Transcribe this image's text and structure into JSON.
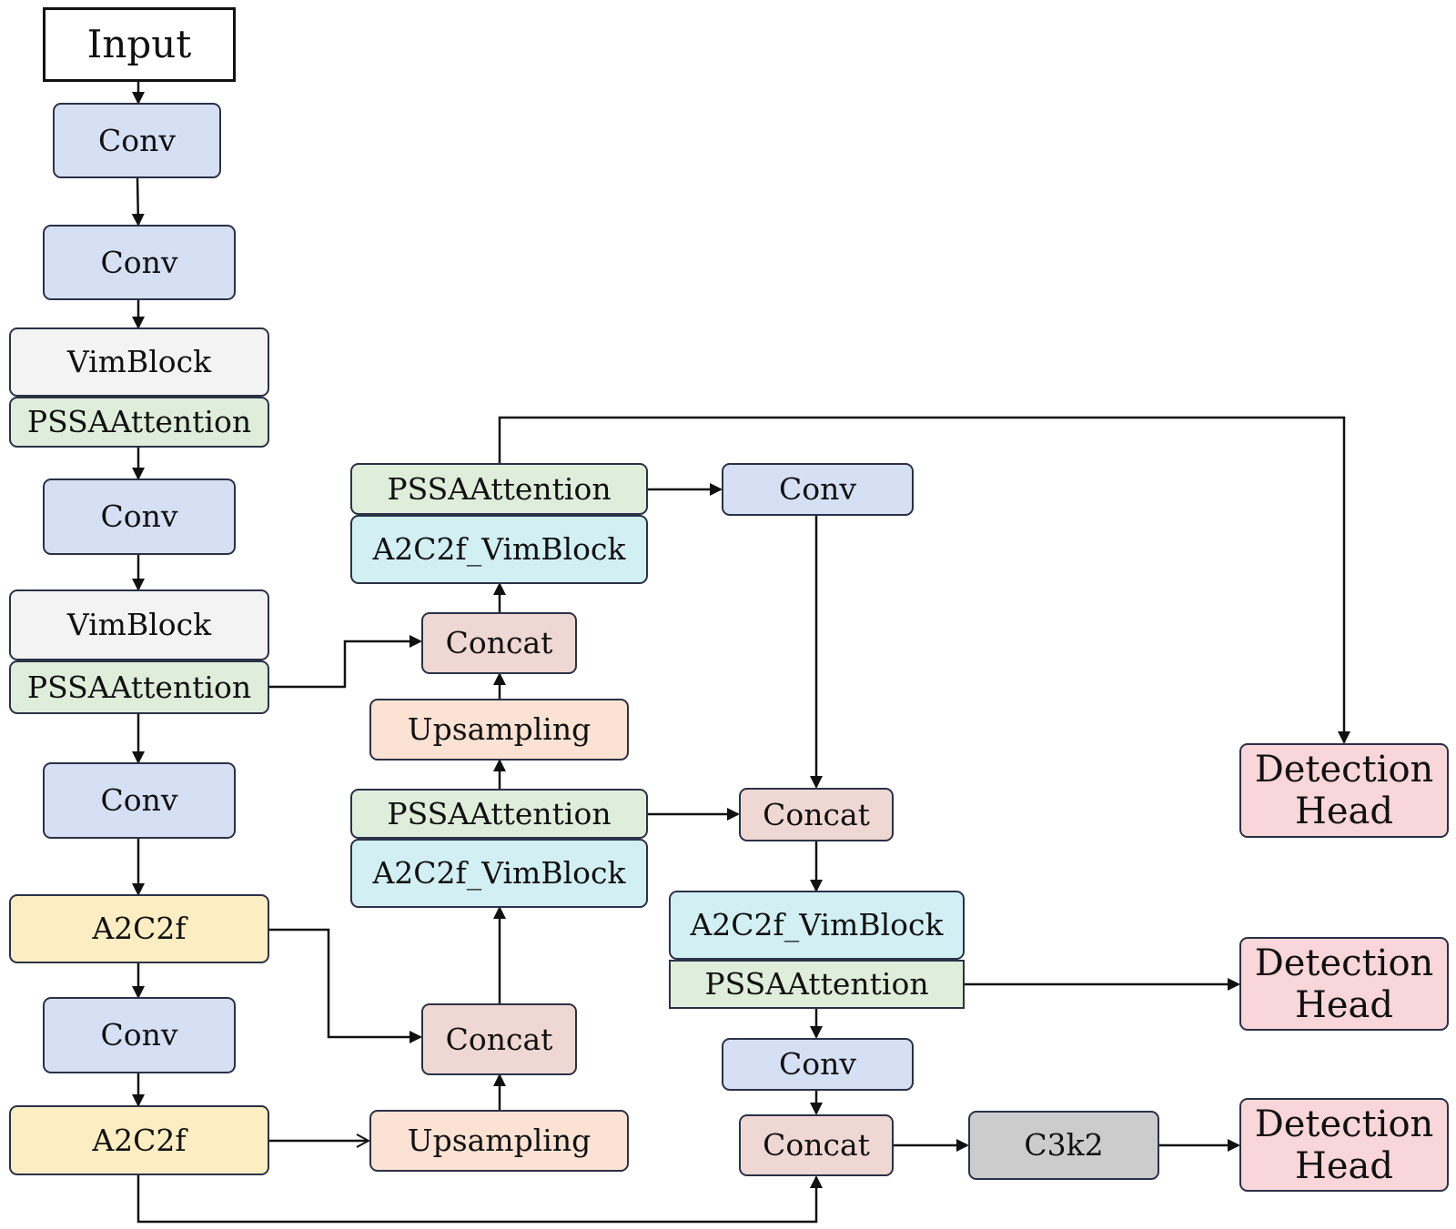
{
  "colors": {
    "conv": "#d6e0f5",
    "vim_block": "#f3f3f3",
    "pssa_attention": "#dfeedb",
    "a2c2f": "#fcedc2",
    "a2c2f_vimblock": "#d2f0f4",
    "concat": "#efd8d3",
    "upsampling": "#fce2d2",
    "c3k2": "#cccccc",
    "detection_head": "#f9d6d9",
    "line": "#111111"
  },
  "nodes": {
    "input": "Input",
    "conv_1": "Conv",
    "conv_2": "Conv",
    "vimblock_1": "VimBlock",
    "pssa_1": "PSSAAttention",
    "conv_3": "Conv",
    "vimblock_2": "VimBlock",
    "pssa_2": "PSSAAttention",
    "conv_4": "Conv",
    "a2c2f_1": "A2C2f",
    "conv_5": "Conv",
    "a2c2f_2": "A2C2f",
    "upsampling_low": "Upsampling",
    "concat_low": "Concat",
    "a2c2f_vimblock_mid": "A2C2f_VimBlock",
    "pssa_mid": "PSSAAttention",
    "upsampling_mid": "Upsampling",
    "concat_mid": "Concat",
    "a2c2f_vimblock_top": "A2C2f_VimBlock",
    "pssa_top": "PSSAAttention",
    "conv_right_top": "Conv",
    "concat_right_mid": "Concat",
    "a2c2f_vimblock_right": "A2C2f_VimBlock",
    "pssa_right": "PSSAAttention",
    "conv_right_low": "Conv",
    "concat_right_low": "Concat",
    "c3k2": "C3k2",
    "detection_head_1": "Detection Head",
    "detection_head_2": "Detection Head",
    "detection_head_3": "Detection Head"
  }
}
